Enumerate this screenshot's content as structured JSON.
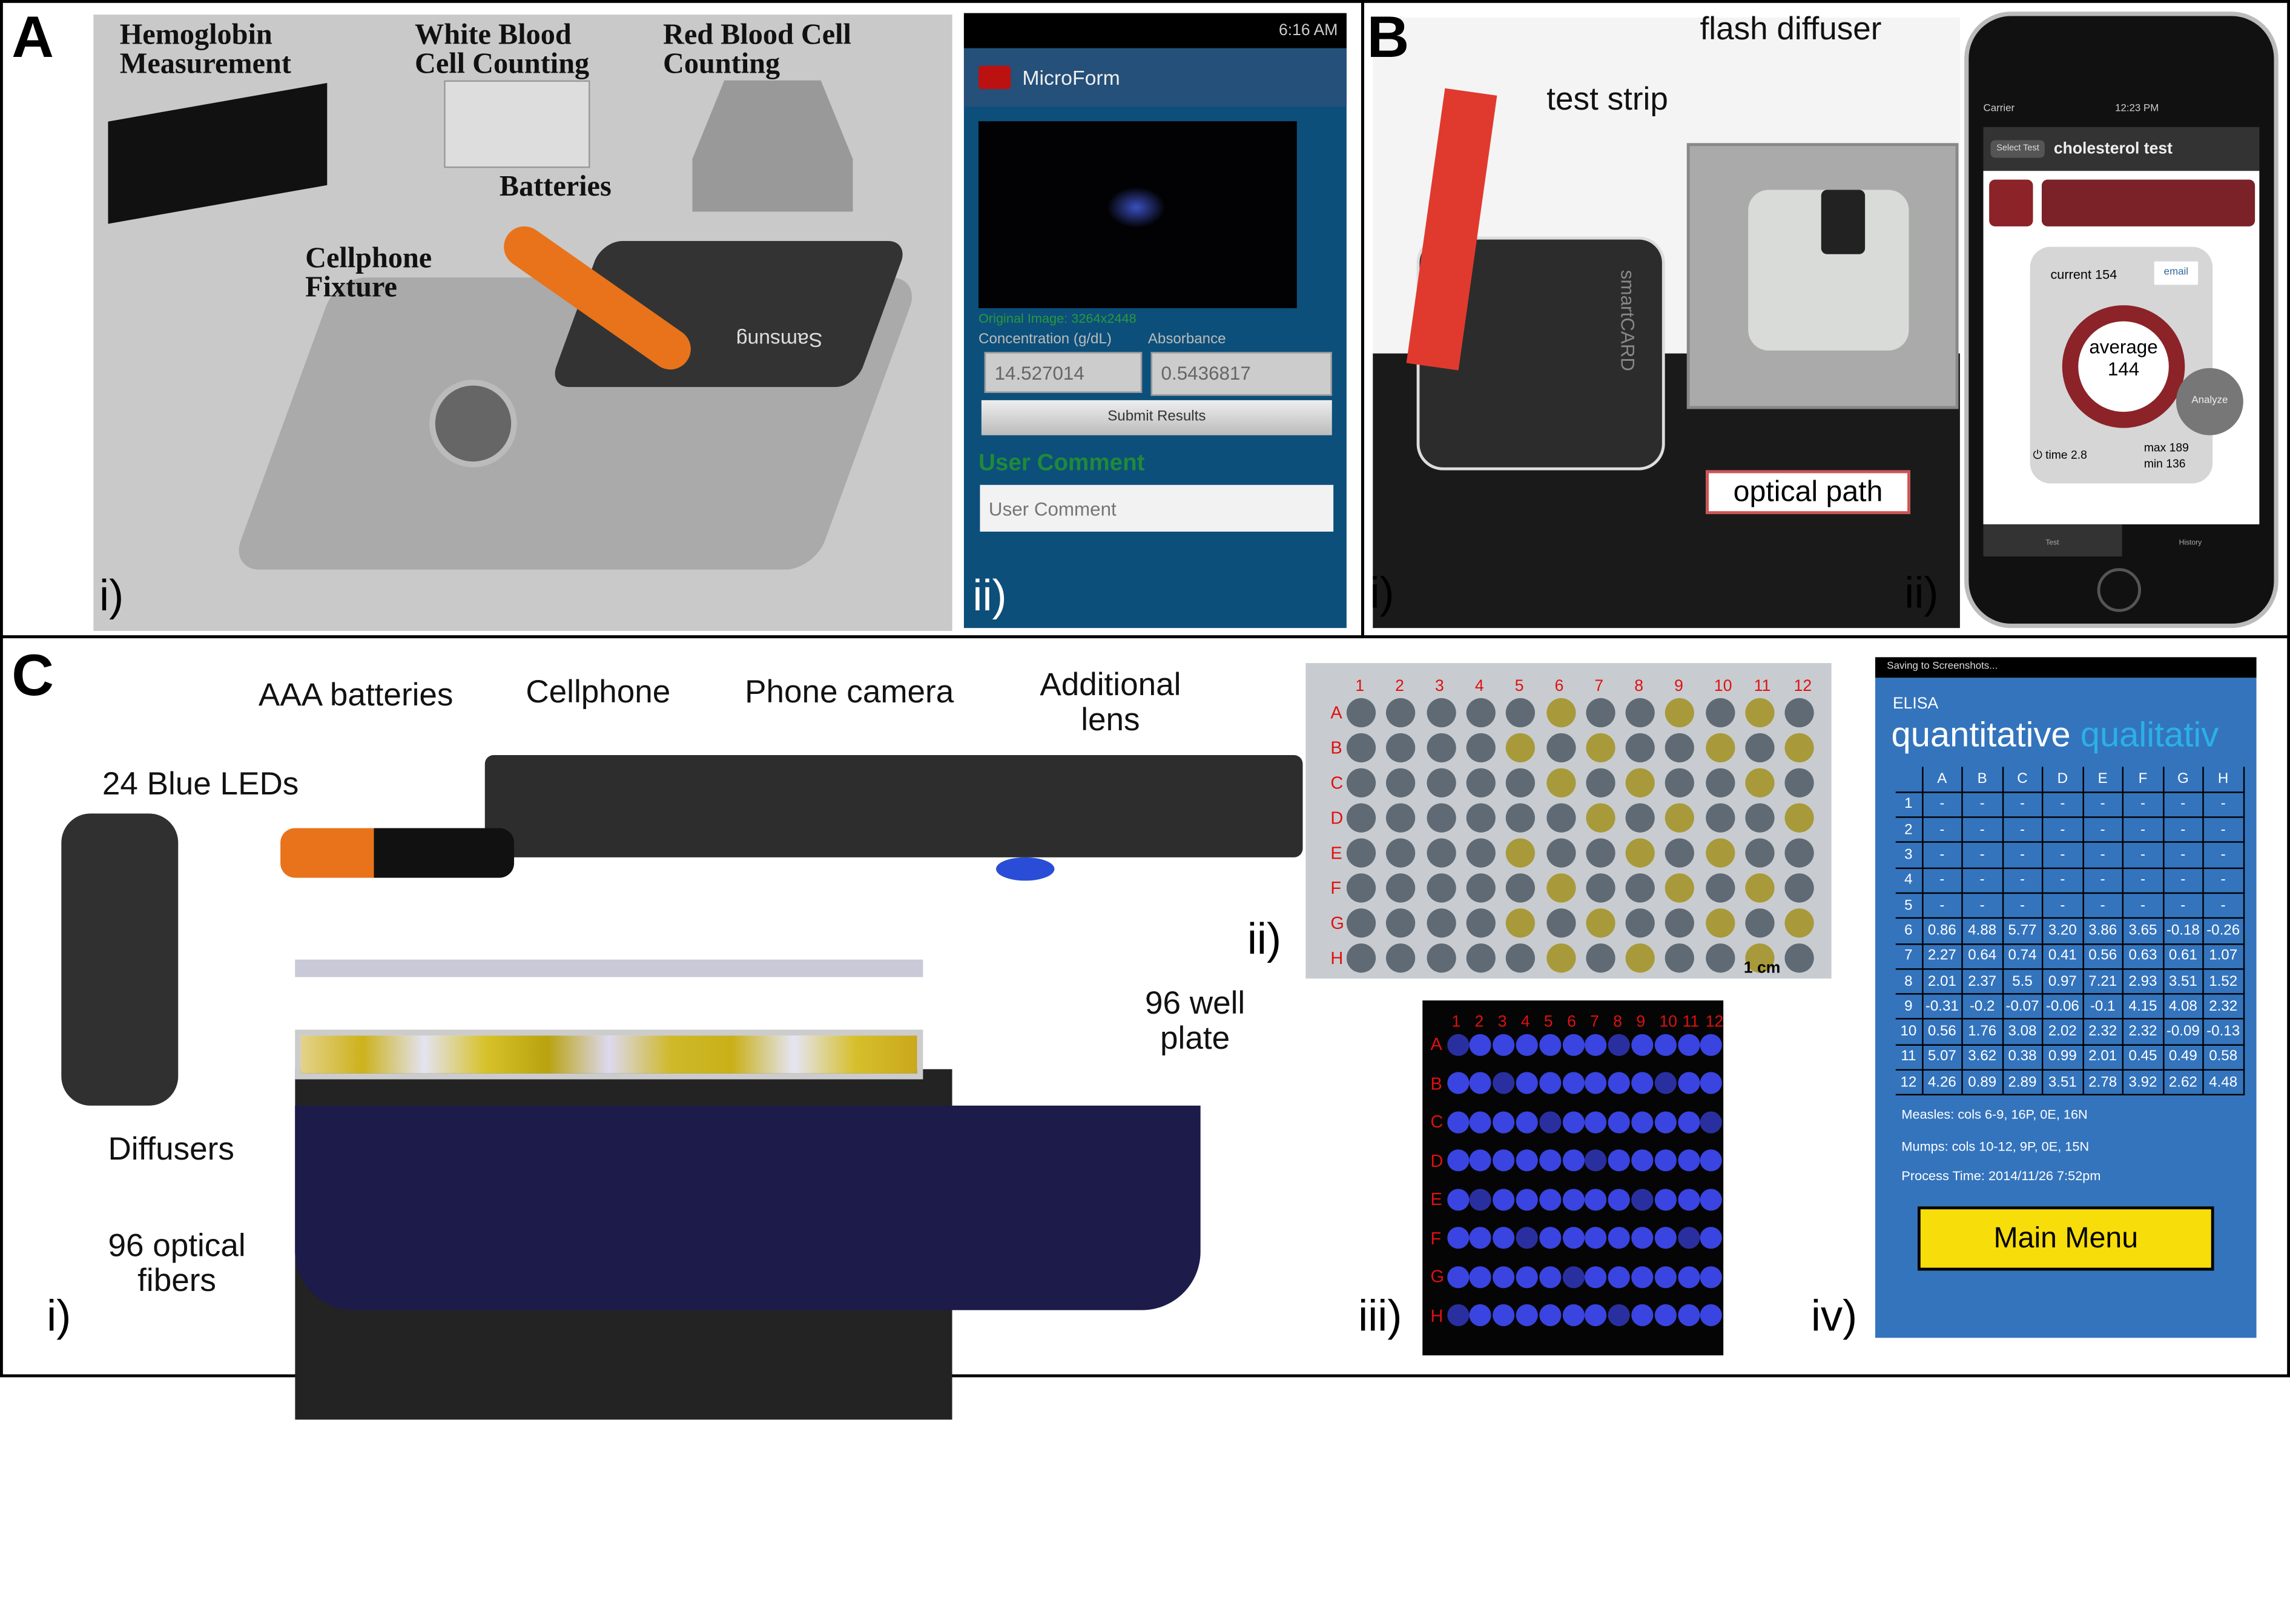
{
  "panels": {
    "a": "A",
    "b": "B",
    "c": "C"
  },
  "panel_a": {
    "labels": {
      "hemoglobin": "Hemoglobin\nMeasurement",
      "wbc": "White Blood\nCell Counting",
      "rbc": "Red Blood Cell\nCounting",
      "batteries": "Batteries",
      "fixture": "Cellphone\nFixture",
      "brand": "Samsung"
    },
    "sub_i": "i)",
    "sub_ii": "ii)",
    "phone": {
      "time": "6:16 AM",
      "app_title": "MicroForm",
      "image_caption": "Original Image: 3264x2448",
      "conc_label": "Concentration (g/dL)",
      "abs_label": "Absorbance",
      "conc_value": "14.527014",
      "abs_value": "0.5436817",
      "submit": "Submit Results",
      "comment_heading": "User Comment",
      "comment_placeholder": "User Comment"
    }
  },
  "panel_b": {
    "labels": {
      "test_strip": "test strip",
      "flash_diffuser": "flash diffuser",
      "optical_path": "optical path",
      "device": "smartCARD"
    },
    "sub_i": "i)",
    "sub_ii": "ii)",
    "phone": {
      "carrier": "Carrier",
      "time": "12:23 PM",
      "back": "Select Test",
      "title": "cholesterol test",
      "current_label": "current",
      "current_value": "154",
      "email": "email",
      "average_label": "average",
      "average_value": "144",
      "analyze": "Analyze",
      "time_label": "time",
      "time_value": "2.8",
      "max_label": "max",
      "max_value": "189",
      "min_label": "min",
      "min_value": "136",
      "tab_test": "Test",
      "tab_history": "History"
    }
  },
  "panel_c": {
    "labels": {
      "batteries": "AAA batteries",
      "cellphone": "Cellphone",
      "camera": "Phone camera",
      "lens": "Additional\nlens",
      "leds": "24 Blue LEDs",
      "plate": "96 well\nplate",
      "diffusers": "Diffusers",
      "fibers": "96 optical\nfibers"
    },
    "sub_i": "i)",
    "sub_ii": "ii)",
    "sub_iii": "iii)",
    "sub_iv": "iv)",
    "plate_cols": [
      "1",
      "2",
      "3",
      "4",
      "5",
      "6",
      "7",
      "8",
      "9",
      "10",
      "11",
      "12"
    ],
    "plate_rows": [
      "A",
      "B",
      "C",
      "D",
      "E",
      "F",
      "G",
      "H"
    ],
    "scale_bar": "1 cm",
    "app": {
      "status": "Saving to Screenshots...",
      "title": "ELISA",
      "tab_active": "quantitative",
      "tab_inactive": "qualitativ",
      "columns": [
        "A",
        "B",
        "C",
        "D",
        "E",
        "F",
        "G",
        "H"
      ],
      "rows": [
        {
          "n": "1",
          "v": [
            "-",
            "-",
            "-",
            "-",
            "-",
            "-",
            "-",
            "-"
          ]
        },
        {
          "n": "2",
          "v": [
            "-",
            "-",
            "-",
            "-",
            "-",
            "-",
            "-",
            "-"
          ]
        },
        {
          "n": "3",
          "v": [
            "-",
            "-",
            "-",
            "-",
            "-",
            "-",
            "-",
            "-"
          ]
        },
        {
          "n": "4",
          "v": [
            "-",
            "-",
            "-",
            "-",
            "-",
            "-",
            "-",
            "-"
          ]
        },
        {
          "n": "5",
          "v": [
            "-",
            "-",
            "-",
            "-",
            "-",
            "-",
            "-",
            "-"
          ]
        },
        {
          "n": "6",
          "v": [
            "0.86",
            "4.88",
            "5.77",
            "3.20",
            "3.86",
            "3.65",
            "-0.18",
            "-0.26"
          ]
        },
        {
          "n": "7",
          "v": [
            "2.27",
            "0.64",
            "0.74",
            "0.41",
            "0.56",
            "0.63",
            "0.61",
            "1.07"
          ]
        },
        {
          "n": "8",
          "v": [
            "2.01",
            "2.37",
            "5.5",
            "0.97",
            "7.21",
            "2.93",
            "3.51",
            "1.52"
          ]
        },
        {
          "n": "9",
          "v": [
            "-0.31",
            "-0.2",
            "-0.07",
            "-0.06",
            "-0.1",
            "4.15",
            "4.08",
            "2.32"
          ]
        },
        {
          "n": "10",
          "v": [
            "0.56",
            "1.76",
            "3.08",
            "2.02",
            "2.32",
            "2.32",
            "-0.09",
            "-0.13"
          ]
        },
        {
          "n": "11",
          "v": [
            "5.07",
            "3.62",
            "0.38",
            "0.99",
            "2.01",
            "0.45",
            "0.49",
            "0.58"
          ]
        },
        {
          "n": "12",
          "v": [
            "4.26",
            "0.89",
            "2.89",
            "3.51",
            "2.78",
            "3.92",
            "2.62",
            "4.48"
          ]
        }
      ],
      "measles": "Measles: cols 6-9, 16P, 0E, 16N",
      "mumps": "Mumps: cols 10-12, 9P, 0E, 15N",
      "process_time": "Process Time: 2014/11/26 7:52pm",
      "main_menu": "Main Menu"
    }
  },
  "colors": {
    "elisa_bg": "#3474bd",
    "main_menu": "#f7dd0a",
    "android_bg": "#0c4f7a",
    "accent_red": "#8b2328",
    "plate_label": "#e01010"
  }
}
